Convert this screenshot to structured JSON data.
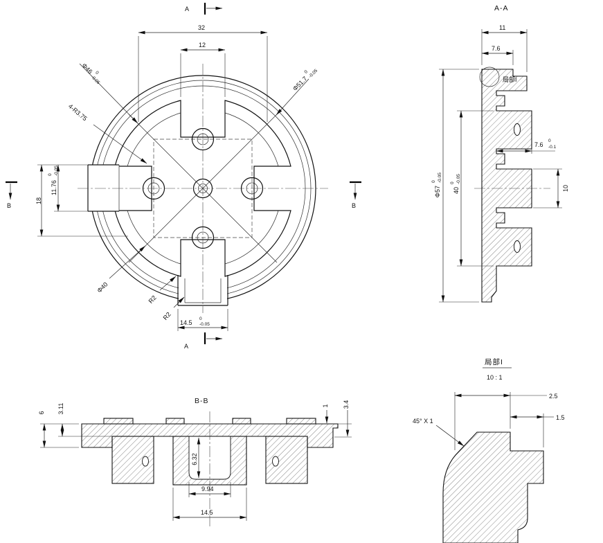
{
  "front": {
    "marker_top": "A",
    "marker_bottom": "A",
    "marker_left": "B",
    "marker_right": "B",
    "dim_32": "32",
    "dim_12": "12",
    "dim_18": "18",
    "dim_11_76": "11.76",
    "dim_11_76_tol_up": "0",
    "dim_11_76_tol_lo": "-0.05",
    "dim_14_5": "14.5",
    "dim_14_5_tol_up": "0",
    "dim_14_5_tol_lo": "-0.05",
    "dia_46": "Φ46",
    "dia_46_tol_up": "0",
    "dia_46_tol_lo": "-0.05",
    "dia_51_7": "Φ51.7",
    "dia_51_7_tol_up": "0",
    "dia_51_7_tol_lo": "-0.05",
    "dia_40": "Φ40",
    "fillet": "4-R3.75",
    "r2_first": "R2",
    "r2_second": "R2"
  },
  "section_aa": {
    "title": "A-A",
    "dim_11": "11",
    "dim_7_6": "7.6",
    "detail_label": "局部I",
    "dia_57": "Φ57",
    "dia_57_tol_up": "0",
    "dia_57_tol_lo": "-0.05",
    "dim_40": "40",
    "dim_40_tol_up": "0",
    "dim_40_tol_lo": "-0.05",
    "dim_7_6b": "7.6",
    "dim_7_6b_tol_up": "0",
    "dim_7_6b_tol_lo": "-0.1",
    "dim_10": "10"
  },
  "section_bb": {
    "title": "B-B",
    "dim_6": "6",
    "dim_3_11": "3.11",
    "dim_1": "1",
    "dim_3_4": "3.4",
    "dim_6_32": "6.32",
    "dim_9_94": "9.94",
    "dim_14_5": "14.5"
  },
  "detail": {
    "title": "局部I",
    "scale": "10 : 1",
    "dim_2_5": "2.5",
    "dim_1_5": "1.5",
    "chamfer": "45° X 1"
  }
}
